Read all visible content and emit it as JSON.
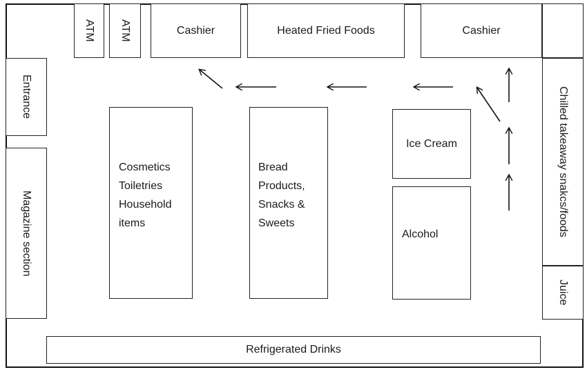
{
  "atm1": "ATM",
  "atm2": "ATM",
  "cashier_left": "Cashier",
  "heated_fried_foods": "Heated Fried Foods",
  "cashier_right": "Cashier",
  "entrance": "Entrance",
  "magazine_section": "Magazine section",
  "cosmetics": "Cosmetics\nToiletries\nHousehold\nitems",
  "bread": "Bread\nProducts,\nSnacks &\nSweets",
  "ice_cream": "Ice Cream",
  "alcohol": "Alcohol",
  "chilled": "Chilled takeaway snakcs/foods",
  "juice": "Juice",
  "refrigerated_drinks": "Refrigerated Drinks"
}
